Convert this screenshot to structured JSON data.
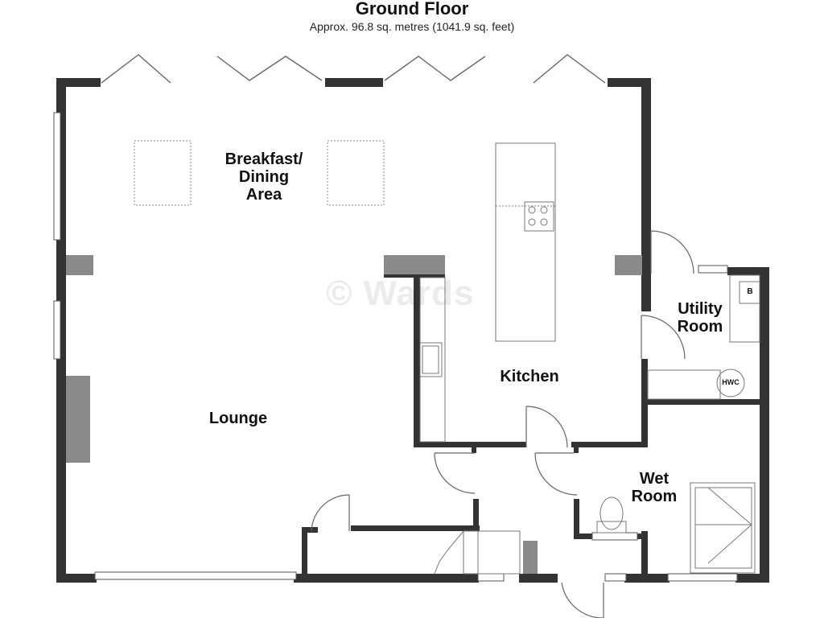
{
  "header": {
    "title": "Ground Floor",
    "subtitle": "Approx. 96.8 sq. metres (1041.9 sq. feet)"
  },
  "rooms": {
    "breakfast_line1": "Breakfast/",
    "breakfast_line2": "Dining",
    "breakfast_line3": "Area",
    "kitchen": "Kitchen",
    "lounge": "Lounge",
    "utility_line1": "Utility",
    "utility_line2": "Room",
    "wet_line1": "Wet",
    "wet_line2": "Room"
  },
  "fixtures": {
    "boiler_label": "B",
    "hwc_label": "HWC"
  },
  "watermark": "© Wards",
  "colors": {
    "wall": "#333333",
    "fixture_line": "#666666",
    "fill_grey": "#8a8a8a"
  }
}
